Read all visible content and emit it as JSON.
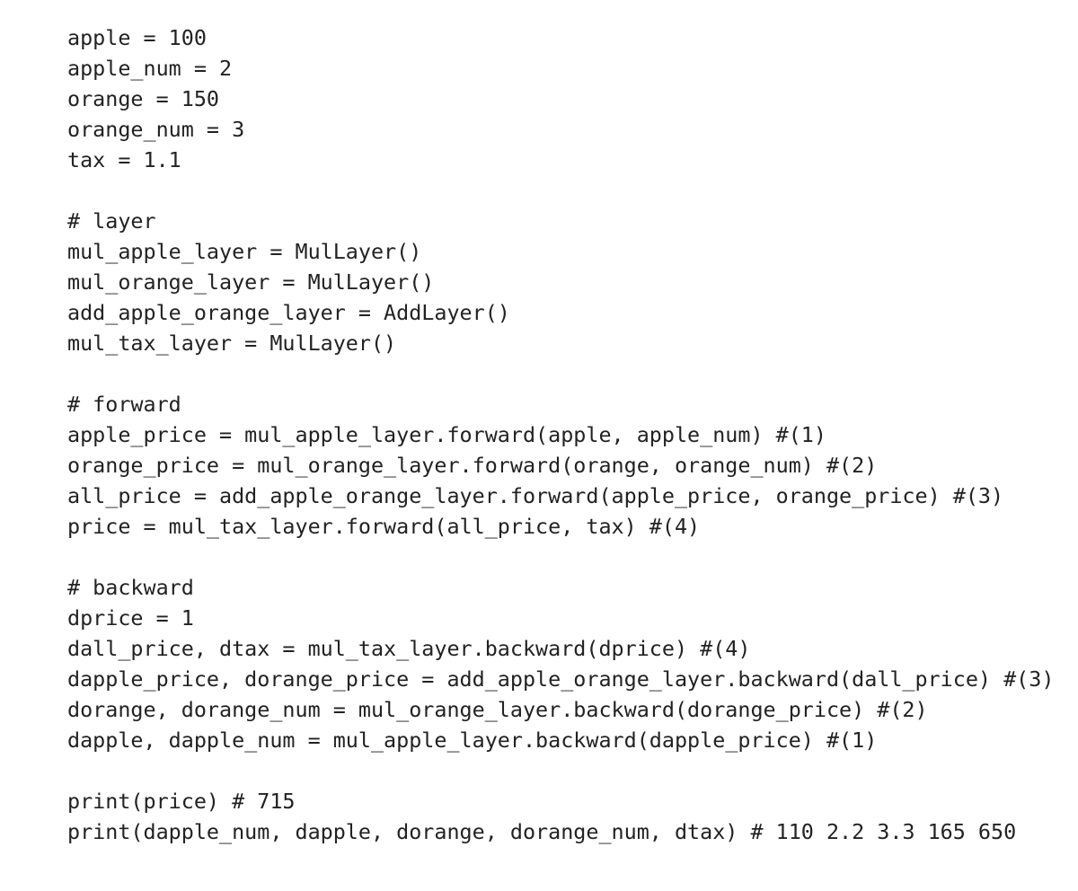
{
  "code_lines": [
    "apple = 100",
    "apple_num = 2",
    "orange = 150",
    "orange_num = 3",
    "tax = 1.1",
    "",
    "# layer",
    "mul_apple_layer = MulLayer()",
    "mul_orange_layer = MulLayer()",
    "add_apple_orange_layer = AddLayer()",
    "mul_tax_layer = MulLayer()",
    "",
    "# forward",
    "apple_price = mul_apple_layer.forward(apple, apple_num) #(1)",
    "orange_price = mul_orange_layer.forward(orange, orange_num) #(2)",
    "all_price = add_apple_orange_layer.forward(apple_price, orange_price) #(3)",
    "price = mul_tax_layer.forward(all_price, tax) #(4)",
    "",
    "# backward",
    "dprice = 1",
    "dall_price, dtax = mul_tax_layer.backward(dprice) #(4)",
    "dapple_price, dorange_price = add_apple_orange_layer.backward(dall_price) #(3)",
    "dorange, dorange_num = mul_orange_layer.backward(dorange_price) #(2)",
    "dapple, dapple_num = mul_apple_layer.backward(dapple_price) #(1)",
    "",
    "print(price) # 715",
    "print(dapple_num, dapple, dorange, dorange_num, dtax) # 110 2.2 3.3 165 650"
  ]
}
